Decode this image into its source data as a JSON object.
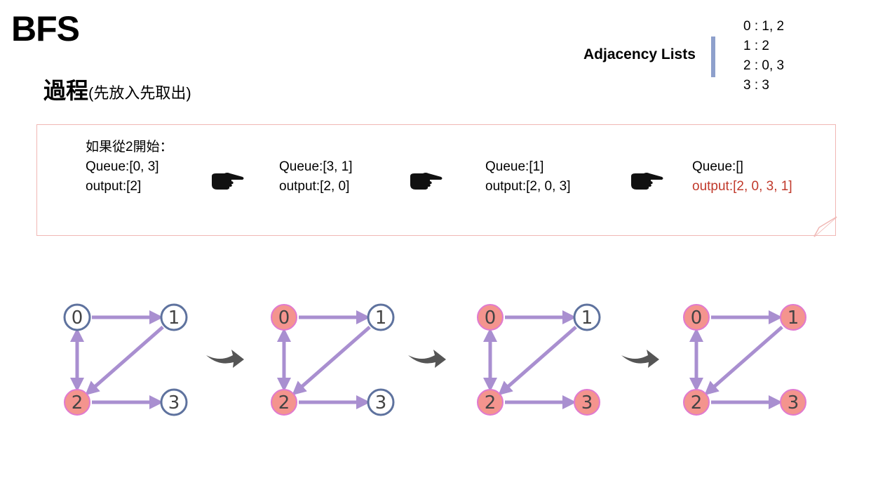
{
  "title": "BFS",
  "subtitle": {
    "main": "過程",
    "note": "(先放入先取出)"
  },
  "adjacency": {
    "label": "Adjacency Lists",
    "lines": [
      "0 : 1, 2",
      "1 : 2",
      "2 : 0, 3",
      "3 : 3"
    ]
  },
  "panel": {
    "start_label": "如果從2開始：",
    "steps": [
      {
        "queue": "Queue:[0, 3]",
        "output": "output:[2]"
      },
      {
        "queue": "Queue:[3, 1]",
        "output": "output:[2, 0]"
      },
      {
        "queue": "Queue:[1]",
        "output": "output:[2, 0, 3]"
      },
      {
        "queue": "Queue:[]",
        "output": "output:[2, 0, 3, 1]"
      }
    ]
  },
  "graph": {
    "nodes": [
      "0",
      "1",
      "2",
      "3"
    ],
    "edges": [
      [
        "0",
        "1"
      ],
      [
        "1",
        "2"
      ],
      [
        "2",
        "3"
      ],
      [
        "0",
        "2"
      ]
    ],
    "visited_per_stage": [
      [
        "2"
      ],
      [
        "2",
        "0"
      ],
      [
        "2",
        "0",
        "3"
      ],
      [
        "2",
        "0",
        "3",
        "1"
      ]
    ]
  },
  "colors": {
    "visited_fill": "#f4948e",
    "visited_stroke": "#e07ad0",
    "unvisited_stroke": "#5e729e",
    "edge": "#a98fd0",
    "highlight_text": "#c0392b",
    "panel_border": "#f0b7b4"
  }
}
